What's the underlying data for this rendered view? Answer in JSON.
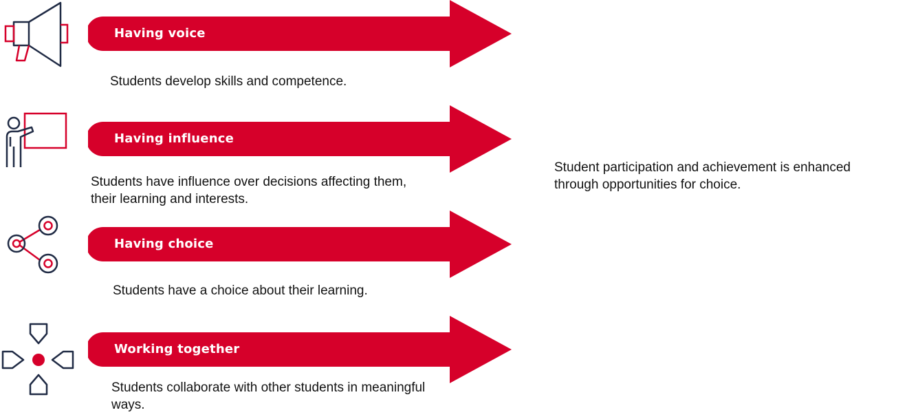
{
  "colors": {
    "accent_red": "#d6002a",
    "icon_navy": "#1f2a44",
    "text": "#111111"
  },
  "stages": [
    {
      "label": "Having voice",
      "description": "Students develop skills and competence.",
      "icon": "megaphone-icon"
    },
    {
      "label": "Having influence",
      "description": "Students have influence over decisions affecting them, their learning and interests.",
      "icon": "presenter-icon"
    },
    {
      "label": "Having choice",
      "description": "Students have a choice about their learning.",
      "icon": "branching-circles-icon"
    },
    {
      "label": "Working together",
      "description": "Students collaborate with other students in meaningful ways.",
      "icon": "collaboration-icon"
    }
  ],
  "outcome": "Student participation and achievement is enhanced through opportunities for choice."
}
